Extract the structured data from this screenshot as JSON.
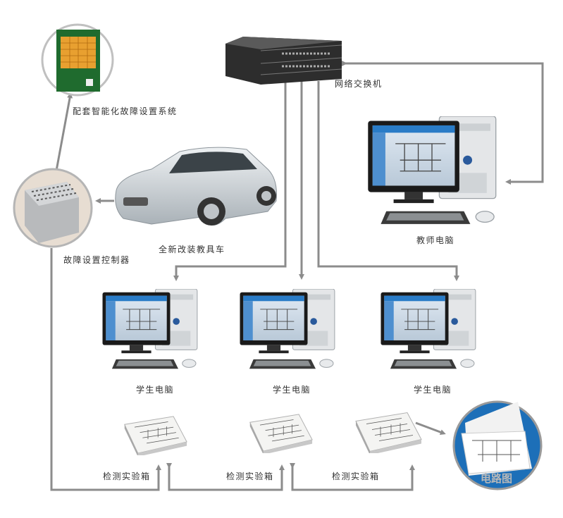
{
  "labels": {
    "fault_system": "配套智能化故障设置系统",
    "switch": "网络交换机",
    "car": "全新改装教具车",
    "teacher_pc": "教师电脑",
    "controller": "故障设置控制器",
    "student_pc_1": "学生电脑",
    "student_pc_2": "学生电脑",
    "student_pc_3": "学生电脑",
    "test_box_1": "检测实验箱",
    "test_box_2": "检测实验箱",
    "test_box_3": "检测实验箱",
    "circuit_diagram": "电路图"
  },
  "colors": {
    "line": "#8c8c8c",
    "circle_blue": "#1d6fb8",
    "screen_blue": "#2a7cc7",
    "car": "#c9cfd4"
  }
}
